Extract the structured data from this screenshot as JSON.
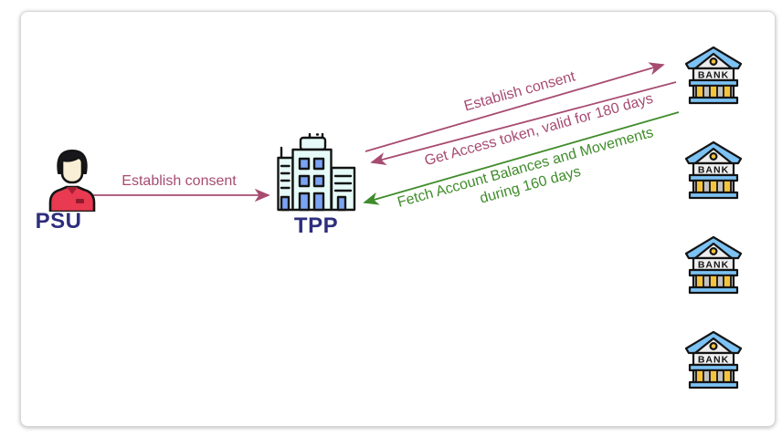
{
  "diagram": {
    "actors": {
      "psu": {
        "label": "PSU",
        "icon": "person-icon"
      },
      "tpp": {
        "label": "TPP",
        "icon": "office-building-icon"
      },
      "banks": [
        {
          "label": "BANK",
          "icon": "bank-icon"
        },
        {
          "label": "BANK",
          "icon": "bank-icon"
        },
        {
          "label": "BANK",
          "icon": "bank-icon"
        },
        {
          "label": "BANK",
          "icon": "bank-icon"
        }
      ]
    },
    "messages": {
      "psu_to_tpp": {
        "label": "Establish consent",
        "direction": "psu-to-tpp",
        "color": "#a74b71"
      },
      "tpp_to_bank_consent": {
        "label": "Establish consent",
        "direction": "tpp-to-bank",
        "color": "#a74b71"
      },
      "bank_to_tpp_token": {
        "label": "Get Access token, valid for 180 days",
        "direction": "bank-to-tpp",
        "color": "#a74b71"
      },
      "bank_to_tpp_fetch": {
        "line1": "Fetch Account Balances and Movements",
        "line2": "during 160 days",
        "direction": "bank-to-tpp",
        "color": "#3f8c2a"
      }
    },
    "colors": {
      "arrow_crimson": "#a74b71",
      "arrow_green": "#3f8c2a",
      "actor_label_navy": "#2e2e7d",
      "bank_roof_blue": "#7cc2f4",
      "bank_column_yellow": "#f6c33d",
      "tpp_body_cyan": "#e6fbf7",
      "tpp_window_blue": "#7ba3f5",
      "psu_shirt_red": "#e93a52"
    }
  }
}
